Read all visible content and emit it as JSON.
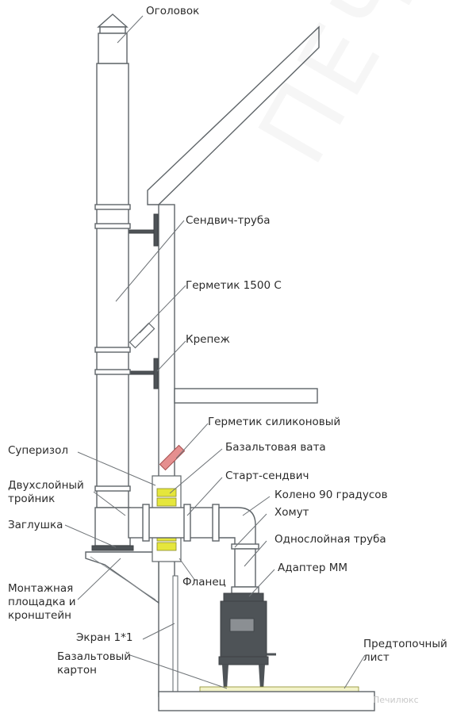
{
  "labels": {
    "cap": "Оголовок",
    "sandwich_pipe": "Сендвич-труба",
    "sealant_1500": "Герметик 1500 С",
    "fastener": "Крепеж",
    "silicone_sealant": "Герметик силиконовый",
    "basalt_wool": "Базальтовая вата",
    "superizol": "Суперизол",
    "start_sandwich": "Старт-сендвич",
    "double_tee": "Двухслойный\nтройник",
    "elbow_90": "Колено 90 градусов",
    "clamp": "Хомут",
    "plug": "Заглушка",
    "single_pipe": "Однослойная труба",
    "adapter_mm": "Адаптер ММ",
    "flange": "Фланец",
    "mount_platform": "Монтажная\nплощадка и\nкронштейн",
    "screen": "Экран 1*1",
    "basalt_cardboard": "Базальтовый\nкартон",
    "pre_furnace_sheet": "Предтопочный\nлист",
    "watermark": "Печилюкс"
  },
  "colors": {
    "outline": "#5e6468",
    "leader": "#6f7478",
    "basalt_wool": "#e5e63c",
    "silicone_sealant": "#e58f8f",
    "stove": "#4e5357",
    "text": "#2b2b2b"
  }
}
